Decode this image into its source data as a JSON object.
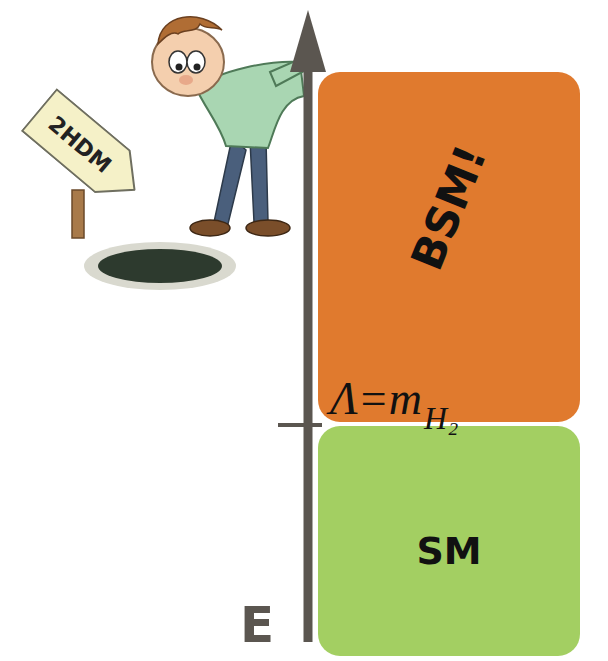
{
  "diagram": {
    "nodes": [
      {
        "text": [
          "2HDM"
        ]
      },
      {
        "text": [
          "BSM!"
        ]
      },
      {
        "text": [
          "SM"
        ]
      }
    ],
    "labels": [
      "Λ=m",
      "H₂",
      "E"
    ]
  }
}
